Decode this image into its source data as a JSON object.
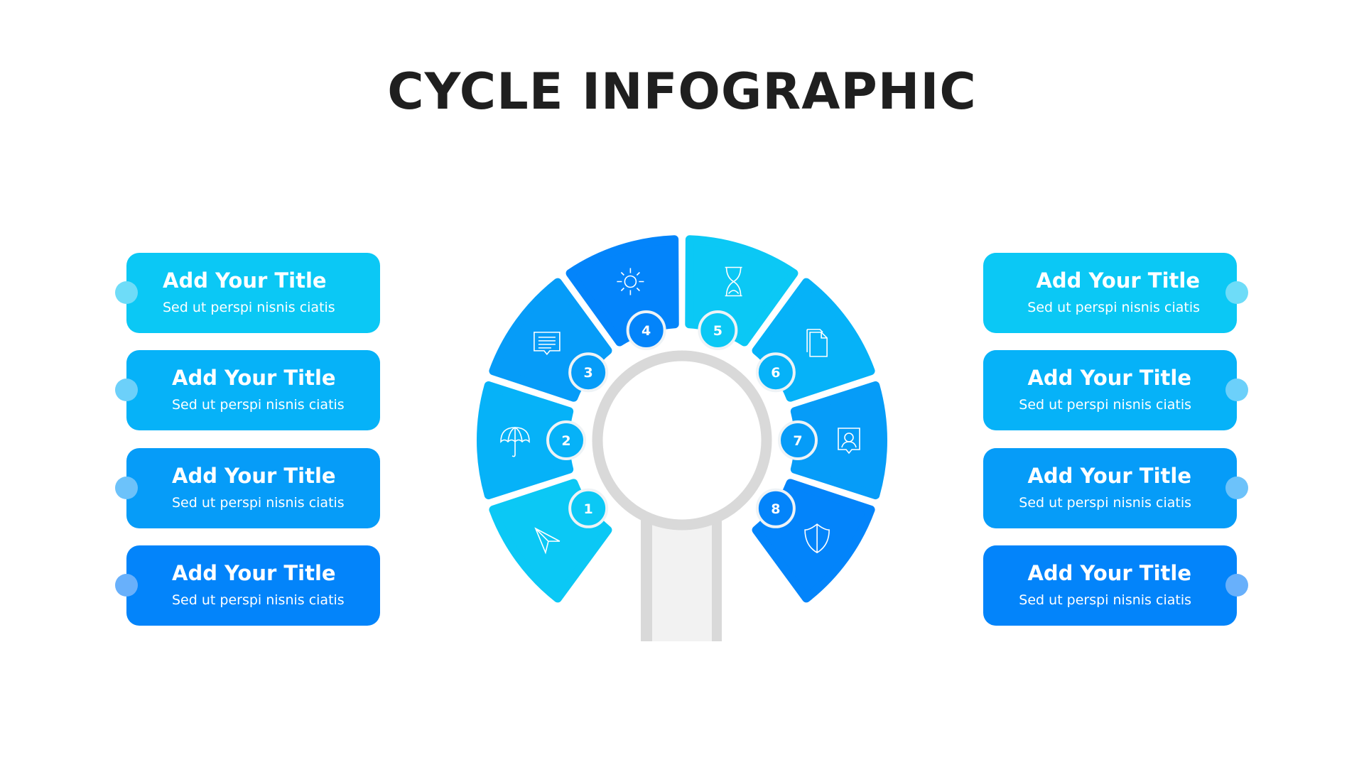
{
  "title": "CYCLE INFOGRAPHIC",
  "left_cards": [
    {
      "title": "Add Your Title",
      "text": "Sed ut perspi nisnis ciatis",
      "color": "#0BC8F5",
      "dot": "#6EDCF8"
    },
    {
      "title": "Add Your Title",
      "text": "Sed ut perspi nisnis ciatis",
      "color": "#06B2F8",
      "dot": "#6CD0FA"
    },
    {
      "title": "Add Your Title",
      "text": "Sed ut perspi nisnis ciatis",
      "color": "#069CF8",
      "dot": "#6CC2FA"
    },
    {
      "title": "Add Your Title",
      "text": "Sed ut perspi nisnis ciatis",
      "color": "#0384FA",
      "dot": "#68B0FB"
    }
  ],
  "right_cards": [
    {
      "title": "Add Your Title",
      "text": "Sed ut perspi nisnis ciatis",
      "color": "#0BC8F5",
      "dot": "#6EDCF8"
    },
    {
      "title": "Add Your Title",
      "text": "Sed ut perspi nisnis ciatis",
      "color": "#06B2F8",
      "dot": "#6CD0FA"
    },
    {
      "title": "Add Your Title",
      "text": "Sed ut perspi nisnis ciatis",
      "color": "#069CF8",
      "dot": "#6CC2FA"
    },
    {
      "title": "Add Your Title",
      "text": "Sed ut perspi nisnis ciatis",
      "color": "#0384FA",
      "dot": "#68B0FB"
    }
  ],
  "segments": [
    {
      "number": "1",
      "color": "#0BC8F5",
      "icon": "paper-plane-icon"
    },
    {
      "number": "2",
      "color": "#06B2F8",
      "icon": "umbrella-icon"
    },
    {
      "number": "3",
      "color": "#069CF8",
      "icon": "chat-message-icon"
    },
    {
      "number": "4",
      "color": "#0384FA",
      "icon": "sun-icon"
    },
    {
      "number": "5",
      "color": "#0BC8F5",
      "icon": "hourglass-icon"
    },
    {
      "number": "6",
      "color": "#06B2F8",
      "icon": "documents-icon"
    },
    {
      "number": "7",
      "color": "#069CF8",
      "icon": "user-profile-icon"
    },
    {
      "number": "8",
      "color": "#0384FA",
      "icon": "shield-icon"
    }
  ]
}
